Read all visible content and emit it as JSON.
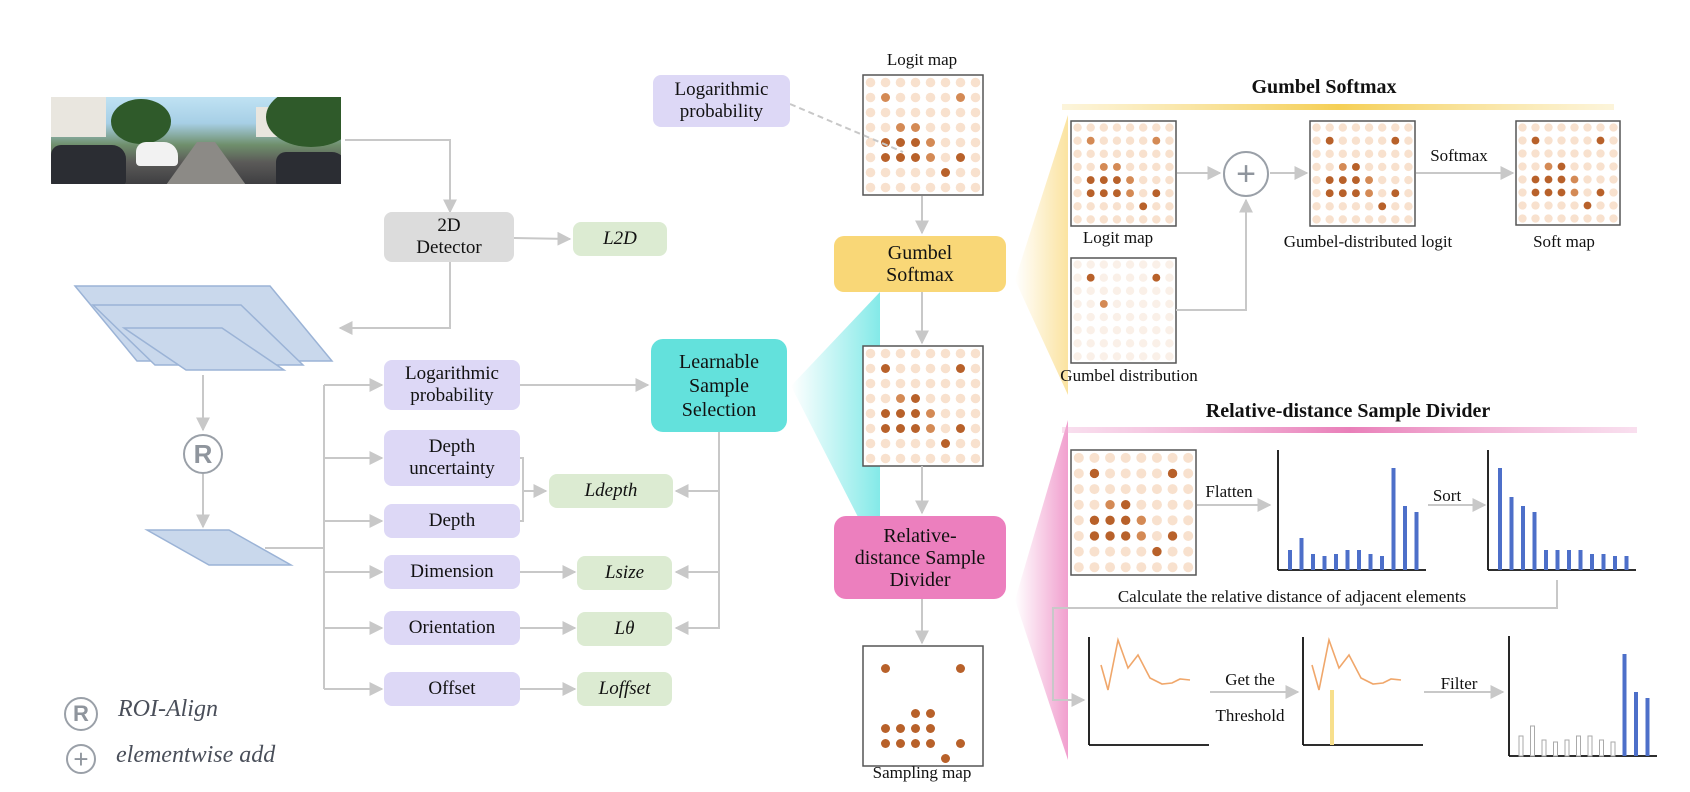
{
  "labels": {
    "detector": "2D\nDetector",
    "loss_2d": "L2D",
    "log_prob_left": "Logarithmic\nprobability",
    "depth_uncertainty": "Depth\nuncertainty",
    "depth": "Depth",
    "dimension": "Dimension",
    "orientation": "Orientation",
    "offset": "Offset",
    "loss_depth": "Ldepth",
    "loss_size": "Lsize",
    "loss_theta": "Lθ",
    "loss_offset": "Loffset",
    "learnable": "Learnable\nSample\nSelection",
    "log_prob_top": "Logarithmic\nprobability",
    "logit_map_top": "Logit map",
    "gumbel_softmax_box": "Gumbel\nSoftmax",
    "rsd_box": "Relative-\ndistance Sample\nDivider",
    "sampling_map": "Sampling map",
    "roi_symbol": "R",
    "add_symbol": "+"
  },
  "legend": {
    "roi_align": "ROI-Align",
    "elementwise_add": "elementwise add"
  },
  "gumbel_panel": {
    "title": "Gumbel Softmax",
    "logit_map": "Logit map",
    "gumbel_distribution": "Gumbel distribution",
    "gumbel_logit": "Gumbel-distributed logit",
    "softmax": "Softmax",
    "soft_map": "Soft map"
  },
  "rsd_panel": {
    "title": "Relative-distance Sample Divider",
    "flatten": "Flatten",
    "sort": "Sort",
    "calc": "Calculate the relative distance of adjacent elements",
    "get_the": "Get the",
    "threshold": "Threshold",
    "filter": "Filter"
  },
  "colors": {
    "purple": "#ddd8f6",
    "green": "#dcebd2",
    "teal": "#63e1dc",
    "yellow": "#f9d777",
    "pink": "#ec7fbe",
    "bar_blue": "#4d6fc9",
    "line_orange": "#f0a76b",
    "arrow": "#c8c8c8"
  }
}
